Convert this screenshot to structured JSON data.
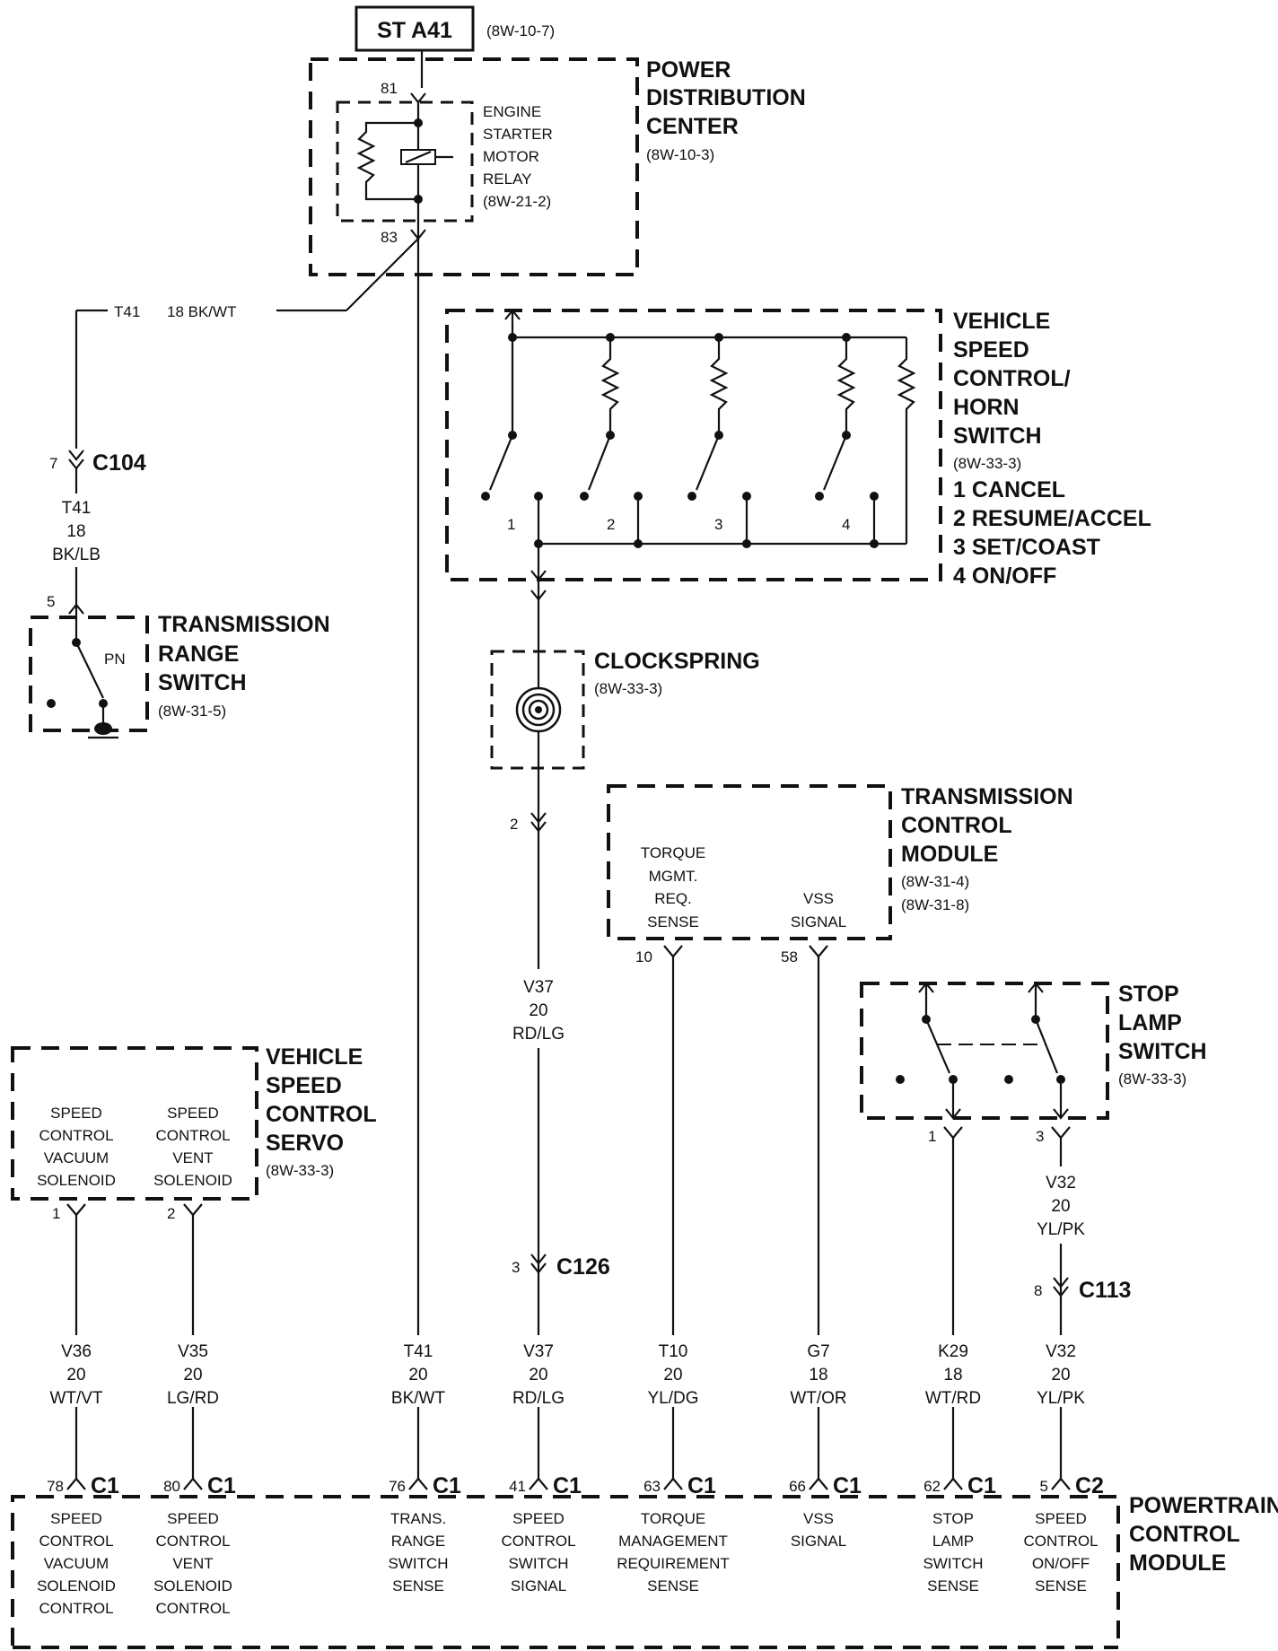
{
  "st_label": "ST A41",
  "st_ref": "(8W-10-7)",
  "pdc": {
    "title_lines": [
      "POWER",
      "DISTRIBUTION",
      "CENTER"
    ],
    "ref": "(8W-10-3)",
    "relay_lines": [
      "ENGINE",
      "STARTER",
      "MOTOR",
      "RELAY",
      "(8W-21-2)"
    ],
    "pin_in": "81",
    "pin_out": "83"
  },
  "wire_t41_top": {
    "code": "T41",
    "gauge_color": "18 BK/WT"
  },
  "c104": {
    "pin": "7",
    "name": "C104"
  },
  "wire_t41_mid": {
    "code": "T41",
    "gauge": "18",
    "color": "BK/LB"
  },
  "trs": {
    "title_lines": [
      "TRANSMISSION",
      "RANGE",
      "SWITCH"
    ],
    "ref": "(8W-31-5)",
    "pin": "5",
    "pos": "PN"
  },
  "vsc_switch": {
    "title_lines": [
      "VEHICLE",
      "SPEED",
      "CONTROL/",
      "HORN",
      "SWITCH"
    ],
    "ref": "(8W-33-3)",
    "functions": [
      "1 CANCEL",
      "2 RESUME/ACCEL",
      "3 SET/COAST",
      "4 ON/OFF"
    ],
    "nums": [
      "1",
      "2",
      "3",
      "4"
    ]
  },
  "clockspring": {
    "title": "CLOCKSPRING",
    "ref": "(8W-33-3)",
    "pin": "2"
  },
  "wire_v37_mid": {
    "code": "V37",
    "gauge": "20",
    "color": "RD/LG"
  },
  "c126": {
    "pin": "3",
    "name": "C126"
  },
  "tcm": {
    "title_lines": [
      "TRANSMISSION",
      "CONTROL",
      "MODULE"
    ],
    "refs": [
      "(8W-31-4)",
      "(8W-31-8)"
    ],
    "torque_lines": [
      "TORQUE",
      "MGMT.",
      "REQ.",
      "SENSE"
    ],
    "vss_lines": [
      "VSS",
      "SIGNAL"
    ],
    "pin_torque": "10",
    "pin_vss": "58"
  },
  "stop_lamp": {
    "title_lines": [
      "STOP",
      "LAMP",
      "SWITCH"
    ],
    "ref": "(8W-33-3)",
    "pin1": "1",
    "pin3": "3"
  },
  "wire_v32_mid": {
    "code": "V32",
    "gauge": "20",
    "color": "YL/PK"
  },
  "c113": {
    "pin": "8",
    "name": "C113"
  },
  "servo": {
    "title_lines": [
      "VEHICLE",
      "SPEED",
      "CONTROL",
      "SERVO"
    ],
    "ref": "(8W-33-3)",
    "vac_lines": [
      "SPEED",
      "CONTROL",
      "VACUUM",
      "SOLENOID"
    ],
    "vent_lines": [
      "SPEED",
      "CONTROL",
      "VENT",
      "SOLENOID"
    ],
    "pin1": "1",
    "pin2": "2"
  },
  "bottom_wires": [
    {
      "code": "V36",
      "gauge": "20",
      "color": "WT/VT",
      "pin": "78",
      "conn": "C1",
      "func": [
        "SPEED",
        "CONTROL",
        "VACUUM",
        "SOLENOID",
        "CONTROL"
      ]
    },
    {
      "code": "V35",
      "gauge": "20",
      "color": "LG/RD",
      "pin": "80",
      "conn": "C1",
      "func": [
        "SPEED",
        "CONTROL",
        "VENT",
        "SOLENOID",
        "CONTROL"
      ]
    },
    {
      "code": "T41",
      "gauge": "20",
      "color": "BK/WT",
      "pin": "76",
      "conn": "C1",
      "func": [
        "TRANS.",
        "RANGE",
        "SWITCH",
        "SENSE"
      ]
    },
    {
      "code": "V37",
      "gauge": "20",
      "color": "RD/LG",
      "pin": "41",
      "conn": "C1",
      "func": [
        "SPEED",
        "CONTROL",
        "SWITCH",
        "SIGNAL"
      ]
    },
    {
      "code": "T10",
      "gauge": "20",
      "color": "YL/DG",
      "pin": "63",
      "conn": "C1",
      "func": [
        "TORQUE",
        "MANAGEMENT",
        "REQUIREMENT",
        "SENSE"
      ]
    },
    {
      "code": "G7",
      "gauge": "18",
      "color": "WT/OR",
      "pin": "66",
      "conn": "C1",
      "func": [
        "VSS",
        "SIGNAL"
      ]
    },
    {
      "code": "K29",
      "gauge": "18",
      "color": "WT/RD",
      "pin": "62",
      "conn": "C1",
      "func": [
        "STOP",
        "LAMP",
        "SWITCH",
        "SENSE"
      ]
    },
    {
      "code": "V32",
      "gauge": "20",
      "color": "YL/PK",
      "pin": "5",
      "conn": "C2",
      "func": [
        "SPEED",
        "CONTROL",
        "ON/OFF",
        "SENSE"
      ]
    }
  ],
  "pcm": {
    "title_lines": [
      "POWERTRAIN",
      "CONTROL",
      "MODULE"
    ]
  }
}
